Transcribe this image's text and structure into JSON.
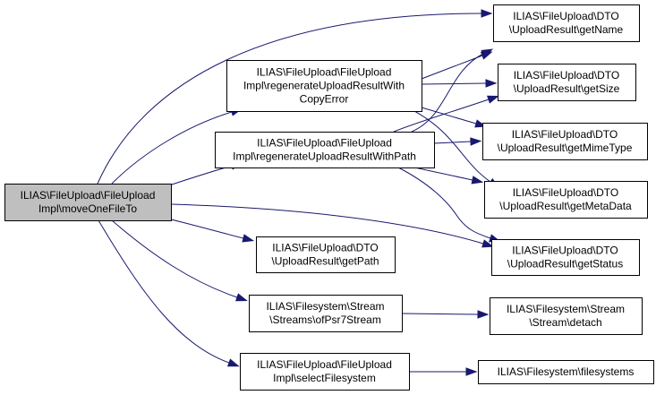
{
  "diagram": {
    "type": "call-graph",
    "edge_color": "#191970",
    "root_fill": "#bfbfbf",
    "nodes": {
      "root": {
        "lines": [
          "ILIAS\\FileUpload\\FileUpload",
          "Impl\\moveOneFileTo"
        ]
      },
      "regenCopyError": {
        "lines": [
          "ILIAS\\FileUpload\\FileUpload",
          "Impl\\regenerateUploadResultWith",
          "CopyError"
        ]
      },
      "regenPath": {
        "lines": [
          "ILIAS\\FileUpload\\FileUpload",
          "Impl\\regenerateUploadResultWithPath"
        ]
      },
      "getName": {
        "lines": [
          "ILIAS\\FileUpload\\DTO",
          "\\UploadResult\\getName"
        ]
      },
      "getSize": {
        "lines": [
          "ILIAS\\FileUpload\\DTO",
          "\\UploadResult\\getSize"
        ]
      },
      "getMimeType": {
        "lines": [
          "ILIAS\\FileUpload\\DTO",
          "\\UploadResult\\getMimeType"
        ]
      },
      "getMetaData": {
        "lines": [
          "ILIAS\\FileUpload\\DTO",
          "\\UploadResult\\getMetaData"
        ]
      },
      "getStatus": {
        "lines": [
          "ILIAS\\FileUpload\\DTO",
          "\\UploadResult\\getStatus"
        ]
      },
      "getPath": {
        "lines": [
          "ILIAS\\FileUpload\\DTO",
          "\\UploadResult\\getPath"
        ]
      },
      "ofPsr7Stream": {
        "lines": [
          "ILIAS\\Filesystem\\Stream",
          "\\Streams\\ofPsr7Stream"
        ]
      },
      "detach": {
        "lines": [
          "ILIAS\\Filesystem\\Stream",
          "\\Stream\\detach"
        ]
      },
      "selectFilesystem": {
        "lines": [
          "ILIAS\\FileUpload\\FileUpload",
          "Impl\\selectFilesystem"
        ]
      },
      "filesystems": {
        "lines": [
          "ILIAS\\Filesystem\\filesystems"
        ]
      }
    },
    "edges": [
      [
        "root",
        "getName"
      ],
      [
        "root",
        "regenCopyError"
      ],
      [
        "root",
        "regenPath"
      ],
      [
        "root",
        "getStatus"
      ],
      [
        "root",
        "getPath"
      ],
      [
        "root",
        "ofPsr7Stream"
      ],
      [
        "root",
        "selectFilesystem"
      ],
      [
        "regenCopyError",
        "getName"
      ],
      [
        "regenCopyError",
        "getSize"
      ],
      [
        "regenCopyError",
        "getMimeType"
      ],
      [
        "regenCopyError",
        "getMetaData"
      ],
      [
        "regenPath",
        "getName"
      ],
      [
        "regenPath",
        "getSize"
      ],
      [
        "regenPath",
        "getMimeType"
      ],
      [
        "regenPath",
        "getMetaData"
      ],
      [
        "regenPath",
        "getStatus"
      ],
      [
        "ofPsr7Stream",
        "detach"
      ],
      [
        "selectFilesystem",
        "filesystems"
      ]
    ]
  }
}
